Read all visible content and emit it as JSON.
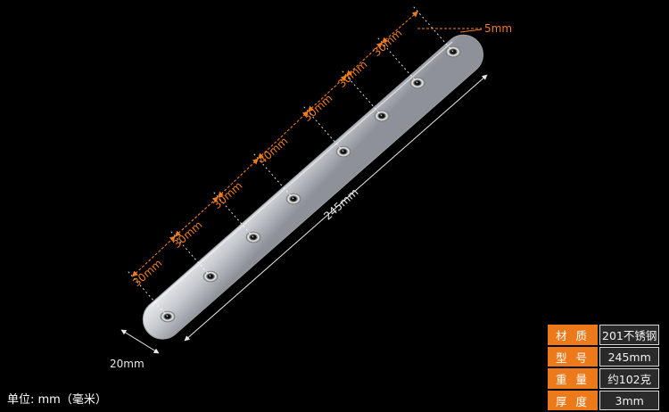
{
  "dimensions": {
    "length": "245mm",
    "width": "20mm",
    "end_margin": "5mm",
    "spacings": [
      "30mm",
      "30mm",
      "30mm",
      "40mm",
      "30mm",
      "30mm",
      "30mm"
    ]
  },
  "unit_note": "单位: mm（毫米）",
  "specs": [
    {
      "key": "材 质",
      "value": "201不锈钢"
    },
    {
      "key": "型 号",
      "value": "245mm"
    },
    {
      "key": "重 量",
      "value": "约102克"
    },
    {
      "key": "厚 度",
      "value": "3mm"
    }
  ],
  "colors": {
    "accent": "#ec7a1b",
    "background": "#000000",
    "plate": "#c9ccd1"
  }
}
